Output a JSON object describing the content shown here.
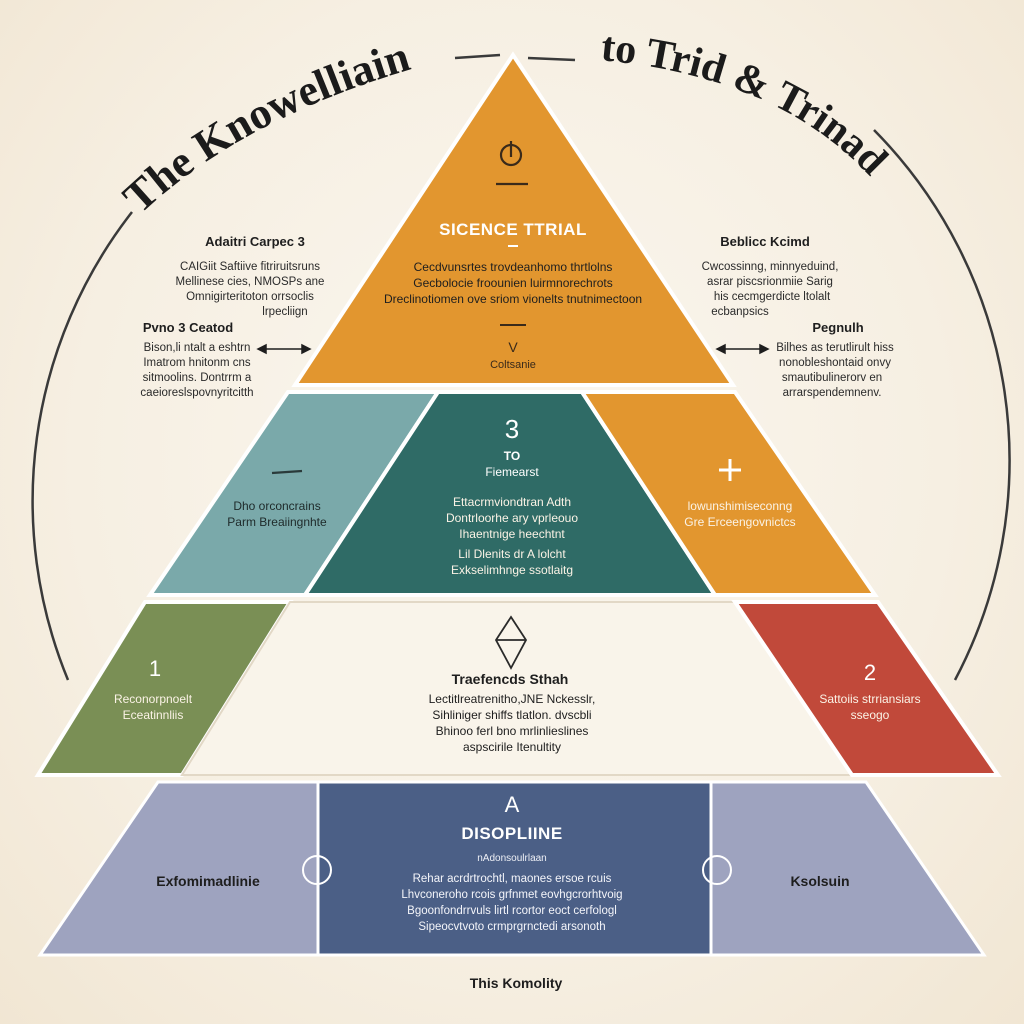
{
  "title": {
    "left": "The Knowelliain",
    "right": "to  Trid & Trinad"
  },
  "colors": {
    "orange": "#e2962f",
    "teal_light": "#7aa9aa",
    "teal_dark": "#2f6b66",
    "green": "#7a8f55",
    "red": "#c1493a",
    "cream": "#f9f4ea",
    "slate_light": "#9ea3bf",
    "slate_dark": "#4b5f86",
    "arc": "#3a3a3a"
  },
  "top": {
    "icon": "power-icon",
    "heading": "SICENCE TTRIAL",
    "lines": [
      "Cecdvunsrtes trovdeanhomo thrtlolns",
      "Gecbolocie froounien luirmnorechrots",
      "Dreclinotiomen ove sriom vionelts tnutnimectoon"
    ],
    "symbol": "V",
    "caption": "Coltsanie"
  },
  "left_notes": [
    {
      "heading": "Adaitri Carpec 3",
      "lines": [
        "CAIGiit Saftiive fitriruitsruns",
        "Mellinese cies, NMOSPs ane",
        "Omnigirteritoton orrsoclis",
        "lrpecliign"
      ]
    },
    {
      "heading": "Pvno 3 Ceatod",
      "lines": [
        "Bison,li ntalt a eshtrn",
        "Imatrom hnitonm cns",
        "sitmoolins. Dontrrm a",
        "caeioreslspovnyritcitth"
      ]
    }
  ],
  "right_notes": [
    {
      "heading": "Beblicc Kcimd",
      "lines": [
        "Cwcossinng, minnyeduind,",
        "asrar piscsrionmiie Sarig",
        "his cecmgerdicte ltolalt",
        "ecbanpsics"
      ]
    },
    {
      "heading": "Pegnulh",
      "lines": [
        "Bilhes as terutlirult hiss",
        "nonobleshontaid onvy",
        "smautibulinerorv en",
        "arrarspendemnenv."
      ]
    }
  ],
  "row2": {
    "left": {
      "icon": "dash-icon",
      "lines": [
        "Dho orconcrains",
        "Parm Breaiingnhte"
      ]
    },
    "center": {
      "number": "3",
      "sub": "TO",
      "label": "Fiemearst",
      "lines": [
        "Ettacrmviondtran Adth",
        "Dontrloorhe ary vprleouo",
        "Ihaentnige heechtnt",
        "Lil  Dlenits dr A lolcht",
        "Exkselimhnge ssotlaitg"
      ]
    },
    "right": {
      "icon": "plus-icon",
      "lines": [
        "lowunshimiseconng",
        "Gre Erceengovnictcs"
      ]
    }
  },
  "row3": {
    "left": {
      "number": "1",
      "lines": [
        "Reconorpnoelt",
        "Eceatinnliis"
      ]
    },
    "center": {
      "icon": "diamond-icon",
      "heading": "Traefencds Sthah",
      "lines": [
        "Lectitlreatrenitho,JNE Nckesslr,",
        "Sihliniger shiffs tlatlon. dvscbli",
        "Bhinoo ferl bno mrlinlieslines",
        "aspscirile Itenultity"
      ]
    },
    "right": {
      "number": "2",
      "lines": [
        "Sattoiis strriansiars",
        "sseogo"
      ]
    }
  },
  "row4": {
    "left": {
      "label": "Exfomimadlinie"
    },
    "center": {
      "letter": "A",
      "heading": "DISOPLIINE",
      "sub": "nAdonsoulrlaan",
      "lines": [
        "Rehar acrdrtrochtl, maones ersoe rcuis",
        "Lhvconeroho rcois grfnmet eovhgcrorhtvoig",
        "Bgoonfondrrvuls lirtl rcortor eoct cerfologl",
        "Sipeocvtvoto crmprgrnctedi arsonoth"
      ]
    },
    "right": {
      "label": "Ksolsuin"
    }
  },
  "footer": "This Komolity"
}
